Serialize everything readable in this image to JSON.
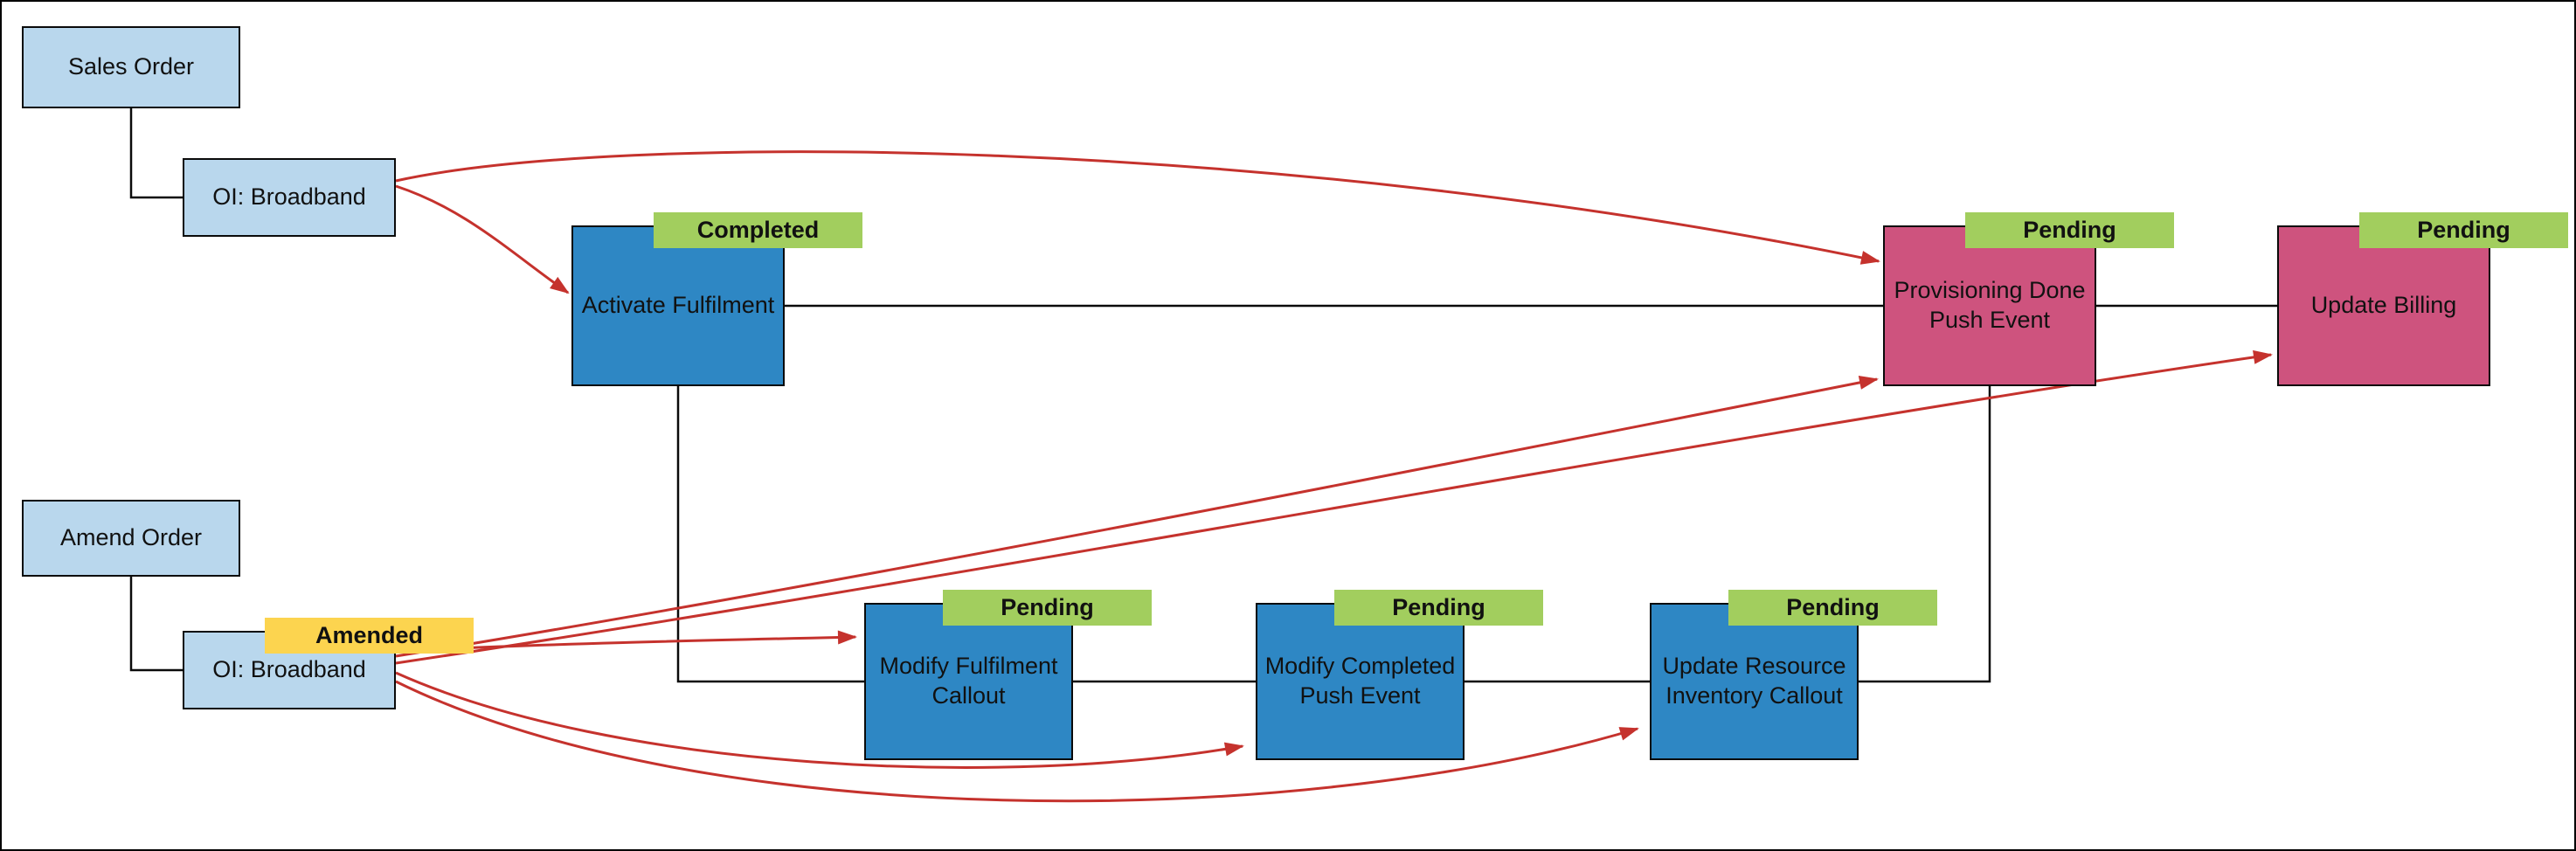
{
  "colors": {
    "order_fill": "#b9d7ed",
    "task_fill": "#2e87c4",
    "event_fill": "#ce537e",
    "badge_green": "#a2ce5e",
    "badge_yellow": "#fcd44f",
    "connector": "#0a0a0a",
    "arrow": "#c5322d"
  },
  "nodes": {
    "sales_order": {
      "label": "Sales Order"
    },
    "oi_broadband_top": {
      "label": "OI: Broadband"
    },
    "activate_fulfilment": {
      "label": "Activate Fulfilment",
      "badge": "Completed"
    },
    "provisioning_done": {
      "label": "Provisioning Done\nPush Event",
      "badge": "Pending"
    },
    "update_billing": {
      "label": "Update Billing",
      "badge": "Pending"
    },
    "amend_order": {
      "label": "Amend Order"
    },
    "oi_broadband_bottom": {
      "label": "OI: Broadband",
      "badge": "Amended"
    },
    "modify_fulfilment_callout": {
      "label": "Modify Fulfilment\nCallout",
      "badge": "Pending"
    },
    "modify_completed_push_event": {
      "label": "Modify Completed\nPush Event",
      "badge": "Pending"
    },
    "update_resource_inventory_callout": {
      "label": "Update Resource\nInventory Callout",
      "badge": "Pending"
    }
  }
}
